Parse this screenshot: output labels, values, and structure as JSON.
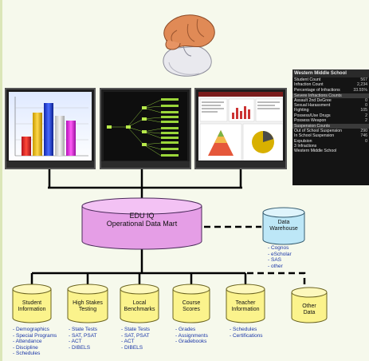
{
  "report": {
    "title": "Western Middle School",
    "groups": [
      {
        "rows": [
          [
            "Student Count",
            "567"
          ],
          [
            "Infraction Count",
            "2,234"
          ],
          [
            "Percentage of Infractions",
            "33.55%"
          ]
        ]
      },
      {
        "heading": "Severe Infractions Counts",
        "rows": [
          [
            "Assault 2nd DeGree",
            "0"
          ],
          [
            "Sexual Harassment",
            "0"
          ],
          [
            "Fighting",
            "105"
          ],
          [
            "Possess/Use Drugs",
            "2"
          ],
          [
            "Possess Weapon",
            "2"
          ]
        ]
      },
      {
        "heading": "Suspension Counts",
        "rows": [
          [
            "Out of School Suspension",
            "290"
          ],
          [
            "In School Suspension",
            "746"
          ],
          [
            "Expulsion",
            "0"
          ]
        ]
      },
      {
        "rows": [
          [
            "3 Infractions",
            ""
          ],
          [
            "Western Middle School",
            ""
          ]
        ]
      }
    ]
  },
  "mart": {
    "line1": "EDU IQ",
    "line2": "Operational Data Mart"
  },
  "warehouse": {
    "line1": "Data",
    "line2": "Warehouse",
    "tools": [
      "Cognos",
      "eScholar",
      "SAS",
      "other"
    ]
  },
  "sources": [
    {
      "line1": "Student",
      "line2": "Information",
      "items": [
        "Demographics",
        "Special Programs",
        "Attendance",
        "Discipline",
        "Schedules"
      ]
    },
    {
      "line1": "High Stakes",
      "line2": "Testing",
      "items": [
        "State Tests",
        "SAT, PSAT",
        "ACT",
        "DIBELS"
      ]
    },
    {
      "line1": "Local",
      "line2": "Benchmarks",
      "items": [
        "State Tests",
        "SAT, PSAT",
        "ACT",
        "DIBELS"
      ]
    },
    {
      "line1": "Course",
      "line2": "Scores",
      "items": [
        "Grades",
        "Assignments",
        "Gradebooks"
      ]
    },
    {
      "line1": "Teacher",
      "line2": "Information",
      "items": [
        "Schedules",
        "Certifications"
      ]
    },
    {
      "line1": "Other",
      "line2": "Data",
      "items": []
    }
  ],
  "colors": {
    "mart": "#e59ee6",
    "warehouse": "#bde7f7",
    "sources": "#fbf38c",
    "background": "#f6f9ec"
  }
}
